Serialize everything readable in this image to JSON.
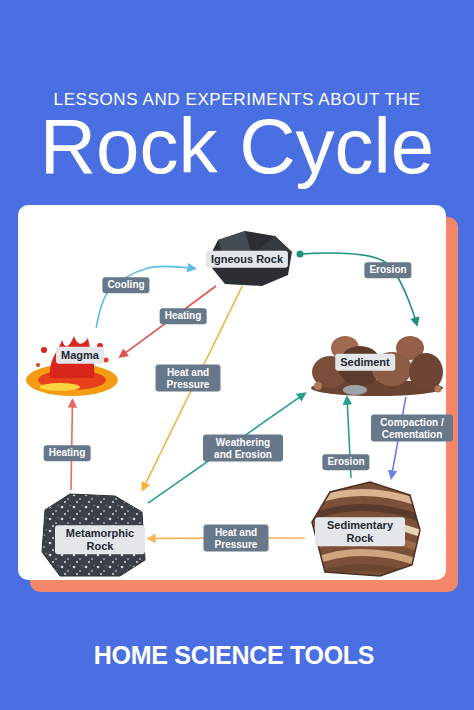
{
  "diagram": {
    "title": "Rock Cycle",
    "nodes": [
      {
        "text": [
          "Igneous Rock"
        ]
      },
      {
        "text": [
          "Magma"
        ]
      },
      {
        "text": [
          "Sediment"
        ]
      },
      {
        "text": [
          "Metamorphic Rock"
        ]
      },
      {
        "text": [
          "Sedimentary Rock"
        ]
      }
    ],
    "edges": [
      {
        "from": 1,
        "to": 0,
        "label": "Cooling",
        "arrow": "to"
      },
      {
        "from": 0,
        "to": 1,
        "label": "Heating",
        "arrow": "to"
      },
      {
        "from": 0,
        "to": 2,
        "label": "Erosion",
        "arrow": "to"
      },
      {
        "from": 0,
        "to": 3,
        "label": "Heat and Pressure",
        "arrow": "to"
      },
      {
        "from": 3,
        "to": 2,
        "label": "Weathering and Erosion",
        "arrow": "to"
      },
      {
        "from": 2,
        "to": 4,
        "label": "Compaction / Cementation",
        "arrow": "to"
      },
      {
        "from": 4,
        "to": 2,
        "label": "Erosion",
        "arrow": "to"
      },
      {
        "from": 4,
        "to": 3,
        "label": "Heat and Pressure",
        "arrow": "to"
      },
      {
        "from": 3,
        "to": 1,
        "label": "Heating",
        "arrow": "to"
      }
    ],
    "labels": [
      "LESSONS AND EXPERIMENTS ABOUT THE",
      "HOME SCIENCE TOOLS"
    ]
  }
}
